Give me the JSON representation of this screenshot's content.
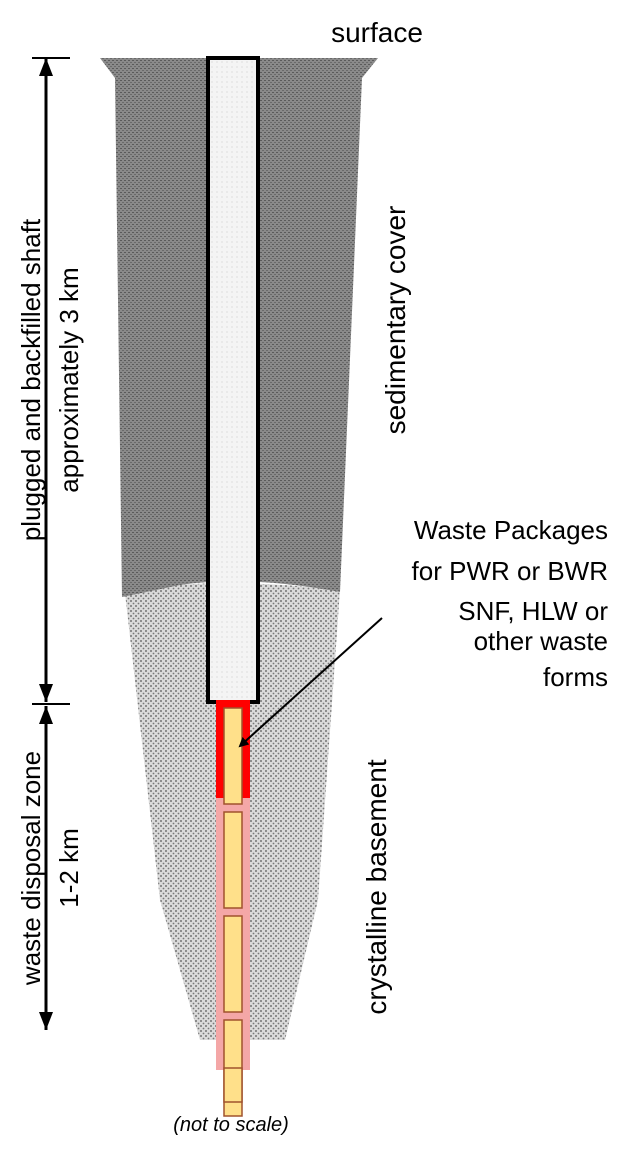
{
  "labels": {
    "surface": "surface",
    "sedimentary_cover": "sedimentary cover",
    "crystalline_basement": "crystalline basement",
    "shaft_line1": "plugged and backfilled shaft",
    "shaft_line2": "approximately 3 km",
    "zone_line1": "waste disposal zone",
    "zone_line2": "1-2 km",
    "packages_lines": [
      "Waste Packages",
      "for PWR or BWR",
      "SNF, HLW or",
      "other waste",
      "forms"
    ],
    "footnote": "(not to scale)"
  },
  "waste_package_count": 4,
  "colors": {
    "sediment": "#7f7f7f",
    "basement": "#c8c8c8",
    "shaft_fill": "#f2f2f2",
    "casing_red": "#ff0000",
    "liner_pink": "#f4a7a7",
    "package_yellow": "#ffe08a",
    "package_border": "#a0522d",
    "line": "#000000"
  }
}
